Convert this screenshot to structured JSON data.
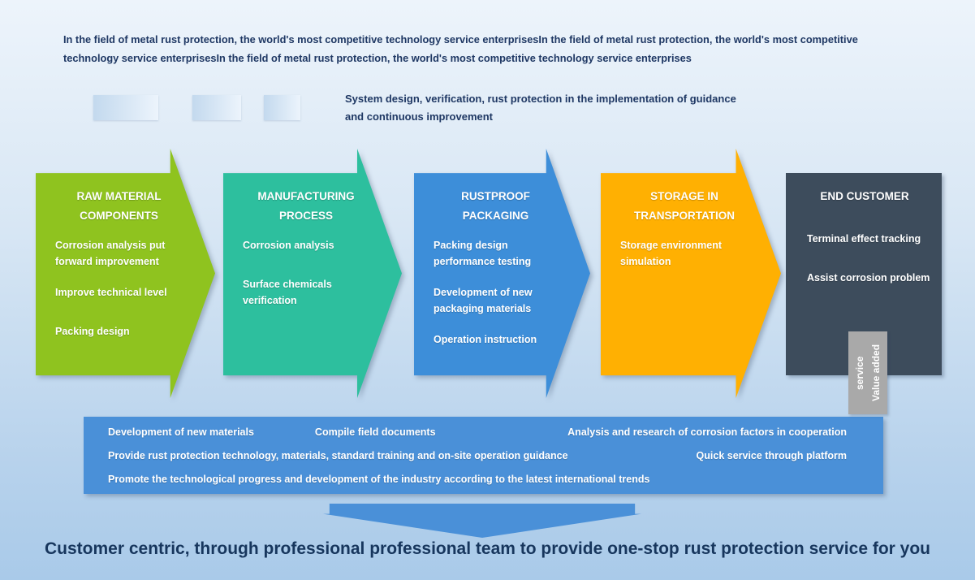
{
  "colors": {
    "background_top": "#edf4fb",
    "background_bottom": "#a9cae9",
    "text_navy": "#1f3864",
    "banner_blue": "#4a90d8",
    "value_label_gray": "#a9a9a9"
  },
  "header": {
    "tagline": "In the field of metal rust protection, the world's most competitive technology service enterprisesIn the field of metal rust protection, the world's most competitive technology service enterprisesIn the field of metal rust protection, the world's most competitive technology service enterprises",
    "legend_caption": "System design, verification, rust protection in the implementation of guidance and continuous improvement"
  },
  "stages": [
    {
      "title": "RAW MATERIAL COMPONENTS",
      "color": "#8fc31f",
      "items": [
        "Corrosion analysis put forward improvement",
        "Improve technical level",
        "Packing design"
      ]
    },
    {
      "title": "MANUFACTURING PROCESS",
      "color": "#2dbf9e",
      "items": [
        "Corrosion analysis",
        "Surface chemicals verification"
      ]
    },
    {
      "title": "RUSTPROOF PACKAGING",
      "color": "#3d8ed9",
      "items": [
        "Packing design performance testing",
        "Development of new packaging materials",
        "Operation instruction"
      ]
    },
    {
      "title": "STORAGE IN TRANSPORTATION",
      "color": "#ffb002",
      "items": [
        "Storage environment simulation"
      ]
    },
    {
      "title": "END CUSTOMER",
      "color": "#3d4c5c",
      "items": [
        "Terminal effect tracking",
        "Assist corrosion problem"
      ]
    }
  ],
  "value_added_label": "Value added service",
  "banner": {
    "color": "#4a90d8",
    "row1": [
      "Development of new materials",
      "Compile field documents",
      "Analysis and research of corrosion factors in cooperation"
    ],
    "row2": [
      "Provide rust protection technology, materials, standard training and on-site operation guidance",
      "Quick service through platform"
    ],
    "row3": [
      "Promote the technological progress and development of the industry according to the latest international trends"
    ]
  },
  "footer": {
    "headline": "Customer centric, through professional professional team to provide one-stop rust protection service for you"
  }
}
